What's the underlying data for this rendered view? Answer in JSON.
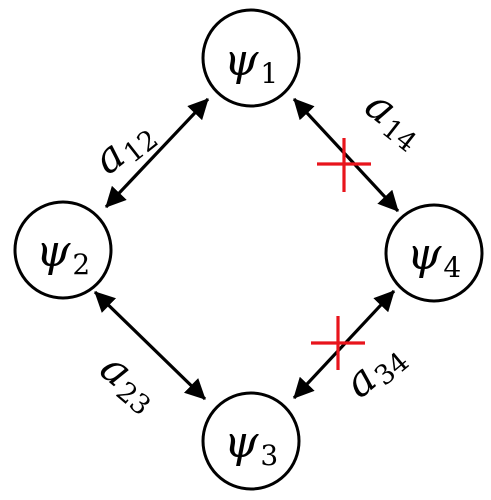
{
  "diagram": {
    "nodes": [
      {
        "id": "psi1",
        "symbol": "ψ",
        "subscript": "1"
      },
      {
        "id": "psi2",
        "symbol": "ψ",
        "subscript": "2"
      },
      {
        "id": "psi3",
        "symbol": "ψ",
        "subscript": "3"
      },
      {
        "id": "psi4",
        "symbol": "ψ",
        "subscript": "4"
      }
    ],
    "edges": [
      {
        "id": "a12",
        "symbol": "a",
        "subscript": "12",
        "from": "psi1",
        "to": "psi2",
        "bidirectional": true,
        "cut": false
      },
      {
        "id": "a14",
        "symbol": "a",
        "subscript": "14",
        "from": "psi1",
        "to": "psi4",
        "bidirectional": true,
        "cut": true
      },
      {
        "id": "a23",
        "symbol": "a",
        "subscript": "23",
        "from": "psi2",
        "to": "psi3",
        "bidirectional": true,
        "cut": false
      },
      {
        "id": "a34",
        "symbol": "a",
        "subscript": "34",
        "from": "psi3",
        "to": "psi4",
        "bidirectional": true,
        "cut": true
      }
    ],
    "colors": {
      "stroke": "#000000",
      "cut_mark": "#e8141c",
      "background": "#ffffff"
    }
  }
}
